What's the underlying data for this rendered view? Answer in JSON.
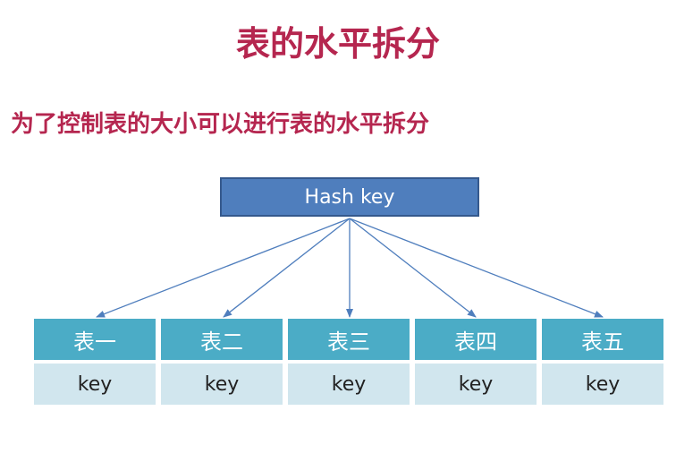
{
  "title": "表的水平拆分",
  "subtitle": "为了控制表的大小可以进行表的水平拆分",
  "diagram": {
    "root": {
      "label": "Hash key"
    },
    "tables": [
      {
        "name": "表一",
        "key": "key"
      },
      {
        "name": "表二",
        "key": "key"
      },
      {
        "name": "表三",
        "key": "key"
      },
      {
        "name": "表四",
        "key": "key"
      },
      {
        "name": "表五",
        "key": "key"
      }
    ],
    "colors": {
      "title": "#b5264f",
      "root_fill": "#4f7ebd",
      "table_header": "#4bacc6",
      "table_key": "#d1e6ee",
      "arrow": "#4f7ebd"
    }
  }
}
